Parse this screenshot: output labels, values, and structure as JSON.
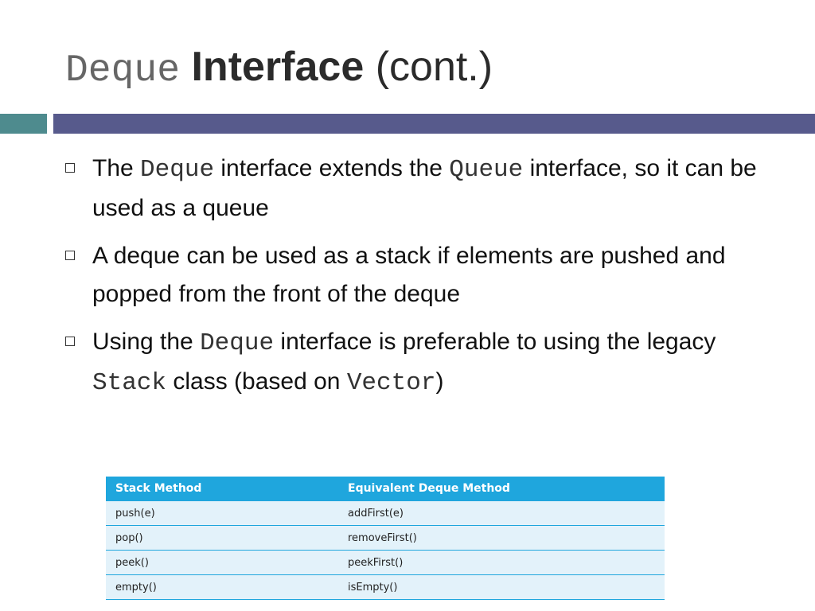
{
  "title": {
    "mono_part": "Deque",
    "bold_part": "Interface",
    "normal_part": "(cont.)"
  },
  "bullets": [
    {
      "segments": [
        {
          "text": "The ",
          "code": false
        },
        {
          "text": "Deque",
          "code": true
        },
        {
          "text": " interface extends the ",
          "code": false
        },
        {
          "text": "Queue",
          "code": true
        },
        {
          "text": " interface, so it can be used as a queue",
          "code": false
        }
      ]
    },
    {
      "segments": [
        {
          "text": "A deque can be used as a stack if elements are pushed and popped from the front of the deque",
          "code": false
        }
      ]
    },
    {
      "segments": [
        {
          "text": "Using the ",
          "code": false
        },
        {
          "text": "Deque",
          "code": true
        },
        {
          "text": " interface is preferable to using the legacy ",
          "code": false
        },
        {
          "text": "Stack",
          "code": true
        },
        {
          "text": " class (based on ",
          "code": false
        },
        {
          "text": "Vector",
          "code": true
        },
        {
          "text": ")",
          "code": false
        }
      ]
    }
  ],
  "table": {
    "headers": [
      "Stack Method",
      "Equivalent Deque Method"
    ],
    "rows": [
      [
        "push(e)",
        "addFirst(e)"
      ],
      [
        "pop()",
        "removeFirst()"
      ],
      [
        "peek()",
        "peekFirst()"
      ],
      [
        "empty()",
        "isEmpty()"
      ]
    ]
  },
  "colors": {
    "left_bar": "#4e8b8e",
    "right_bar": "#575a8c",
    "table_header": "#1fa6dd",
    "table_row": "#e3f2fa"
  }
}
